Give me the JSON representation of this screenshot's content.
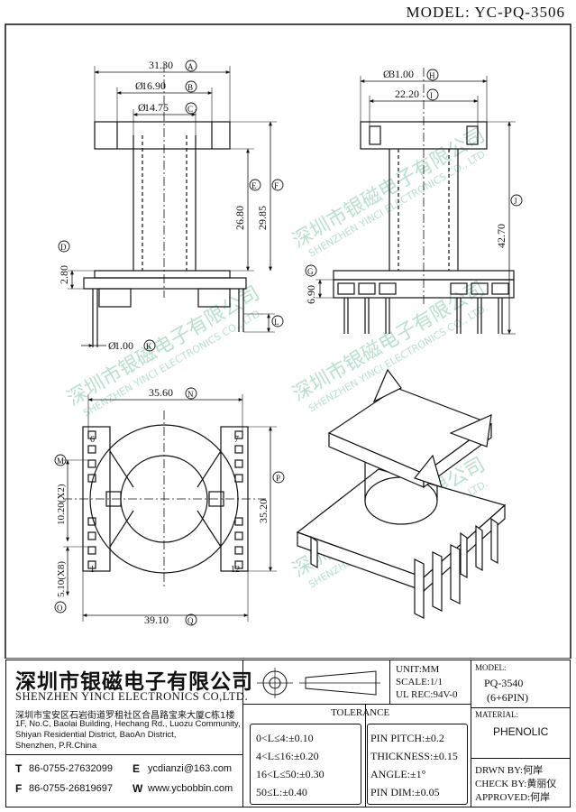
{
  "model_label": "MODEL: YC-PQ-3506",
  "dims": {
    "a": "31.30",
    "b": "16.90",
    "c": "14.75",
    "d": "2.80",
    "e": "26.80",
    "f": "29.85",
    "k": "1.00",
    "h": "31.00",
    "i": "22.20",
    "j": "42.70",
    "g": "6.90",
    "n": "35.60",
    "m": "10.20(X2)",
    "p": "35.20",
    "o": "5.10(X8)",
    "q": "39.10"
  },
  "letters": {
    "a": "A",
    "b": "B",
    "c": "C",
    "d": "D",
    "e": "E",
    "f": "F",
    "k": "K",
    "l": "L",
    "h": "H",
    "i": "I",
    "j": "J",
    "g": "G",
    "n": "N",
    "m": "M",
    "p": "P",
    "o": "O",
    "q": "Q"
  },
  "pins": {
    "p6": "6",
    "p7": "7",
    "p12": "12",
    "p1": "1"
  },
  "watermark": {
    "cn": "深圳市银磁电子有限公司",
    "en": "SHENZHEN YINCI ELECTRONICS CO., LTD."
  },
  "company": {
    "name_cn": "深圳市银磁电子有限公司",
    "name_en": "SHENZHEN YINCI ELECTRONICS CO,LTD.",
    "addr_cn": "深圳市宝安区石岩街道罗租社区合昌路宝来大厦C栋1楼",
    "addr_en1": "1F, No.C, Baolai Building, Hechang Rd., Luozu Community,",
    "addr_en2": "Shiyan Residential District, BaoAn District,",
    "addr_en3": "Shenzhen, P.R.China",
    "t_label": "T",
    "t_value": "86-0755-27632099",
    "f_label": "F",
    "f_value": "86-0755-26819697",
    "e_label": "E",
    "e_value": "ycdianzi@163.com",
    "w_label": "W",
    "w_value": "www.ycbobbin.com"
  },
  "units": {
    "unit": "UNIT:MM",
    "scale": "SCALE:1/1",
    "ul": "UL REC:94V-0"
  },
  "model": {
    "label": "MODEL:",
    "name": "PQ-3540",
    "pins": "(6+6PIN)"
  },
  "material": {
    "label": "MATERIAL:",
    "value": "PHENOLIC"
  },
  "tolerance": {
    "title": "TOLERANCE",
    "left": [
      "0<L≤4:±0.10",
      "4<L≤16:±0.20",
      "16<L≤50:±0.30",
      "50≤L:±0.40"
    ],
    "right": [
      "PIN PITCH:±0.2",
      "THICKNESS:±0.15",
      "ANGLE:±1°",
      "PIN DIM:±0.05"
    ]
  },
  "approvals": {
    "drawn": "DRWN BY:何岸",
    "check": "CHECK BY:黄丽仪",
    "approved": "APPROVED:何岸"
  }
}
